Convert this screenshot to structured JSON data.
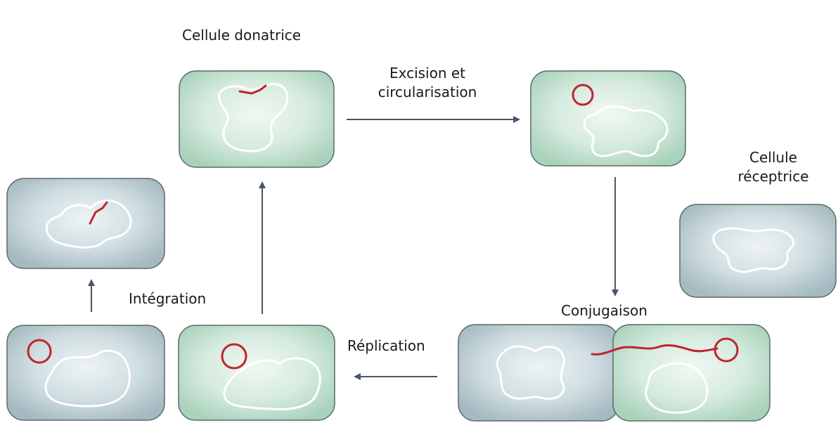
{
  "labels": {
    "donor_cell": "Cellule donatrice",
    "excision": "Excision et\ncircularisation",
    "recipient_cell": "Cellule\nréceptrice",
    "integration": "Intégration",
    "conjugation": "Conjugaison",
    "replication": "Réplication"
  },
  "colors": {
    "green_cell_fill": "#cde7d8",
    "blue_cell_fill": "#cfdde2",
    "cell_border": "#5c6a64",
    "chromosome": "#ffffff",
    "plasmid": "#c0242d",
    "arrow": "#45576a"
  }
}
